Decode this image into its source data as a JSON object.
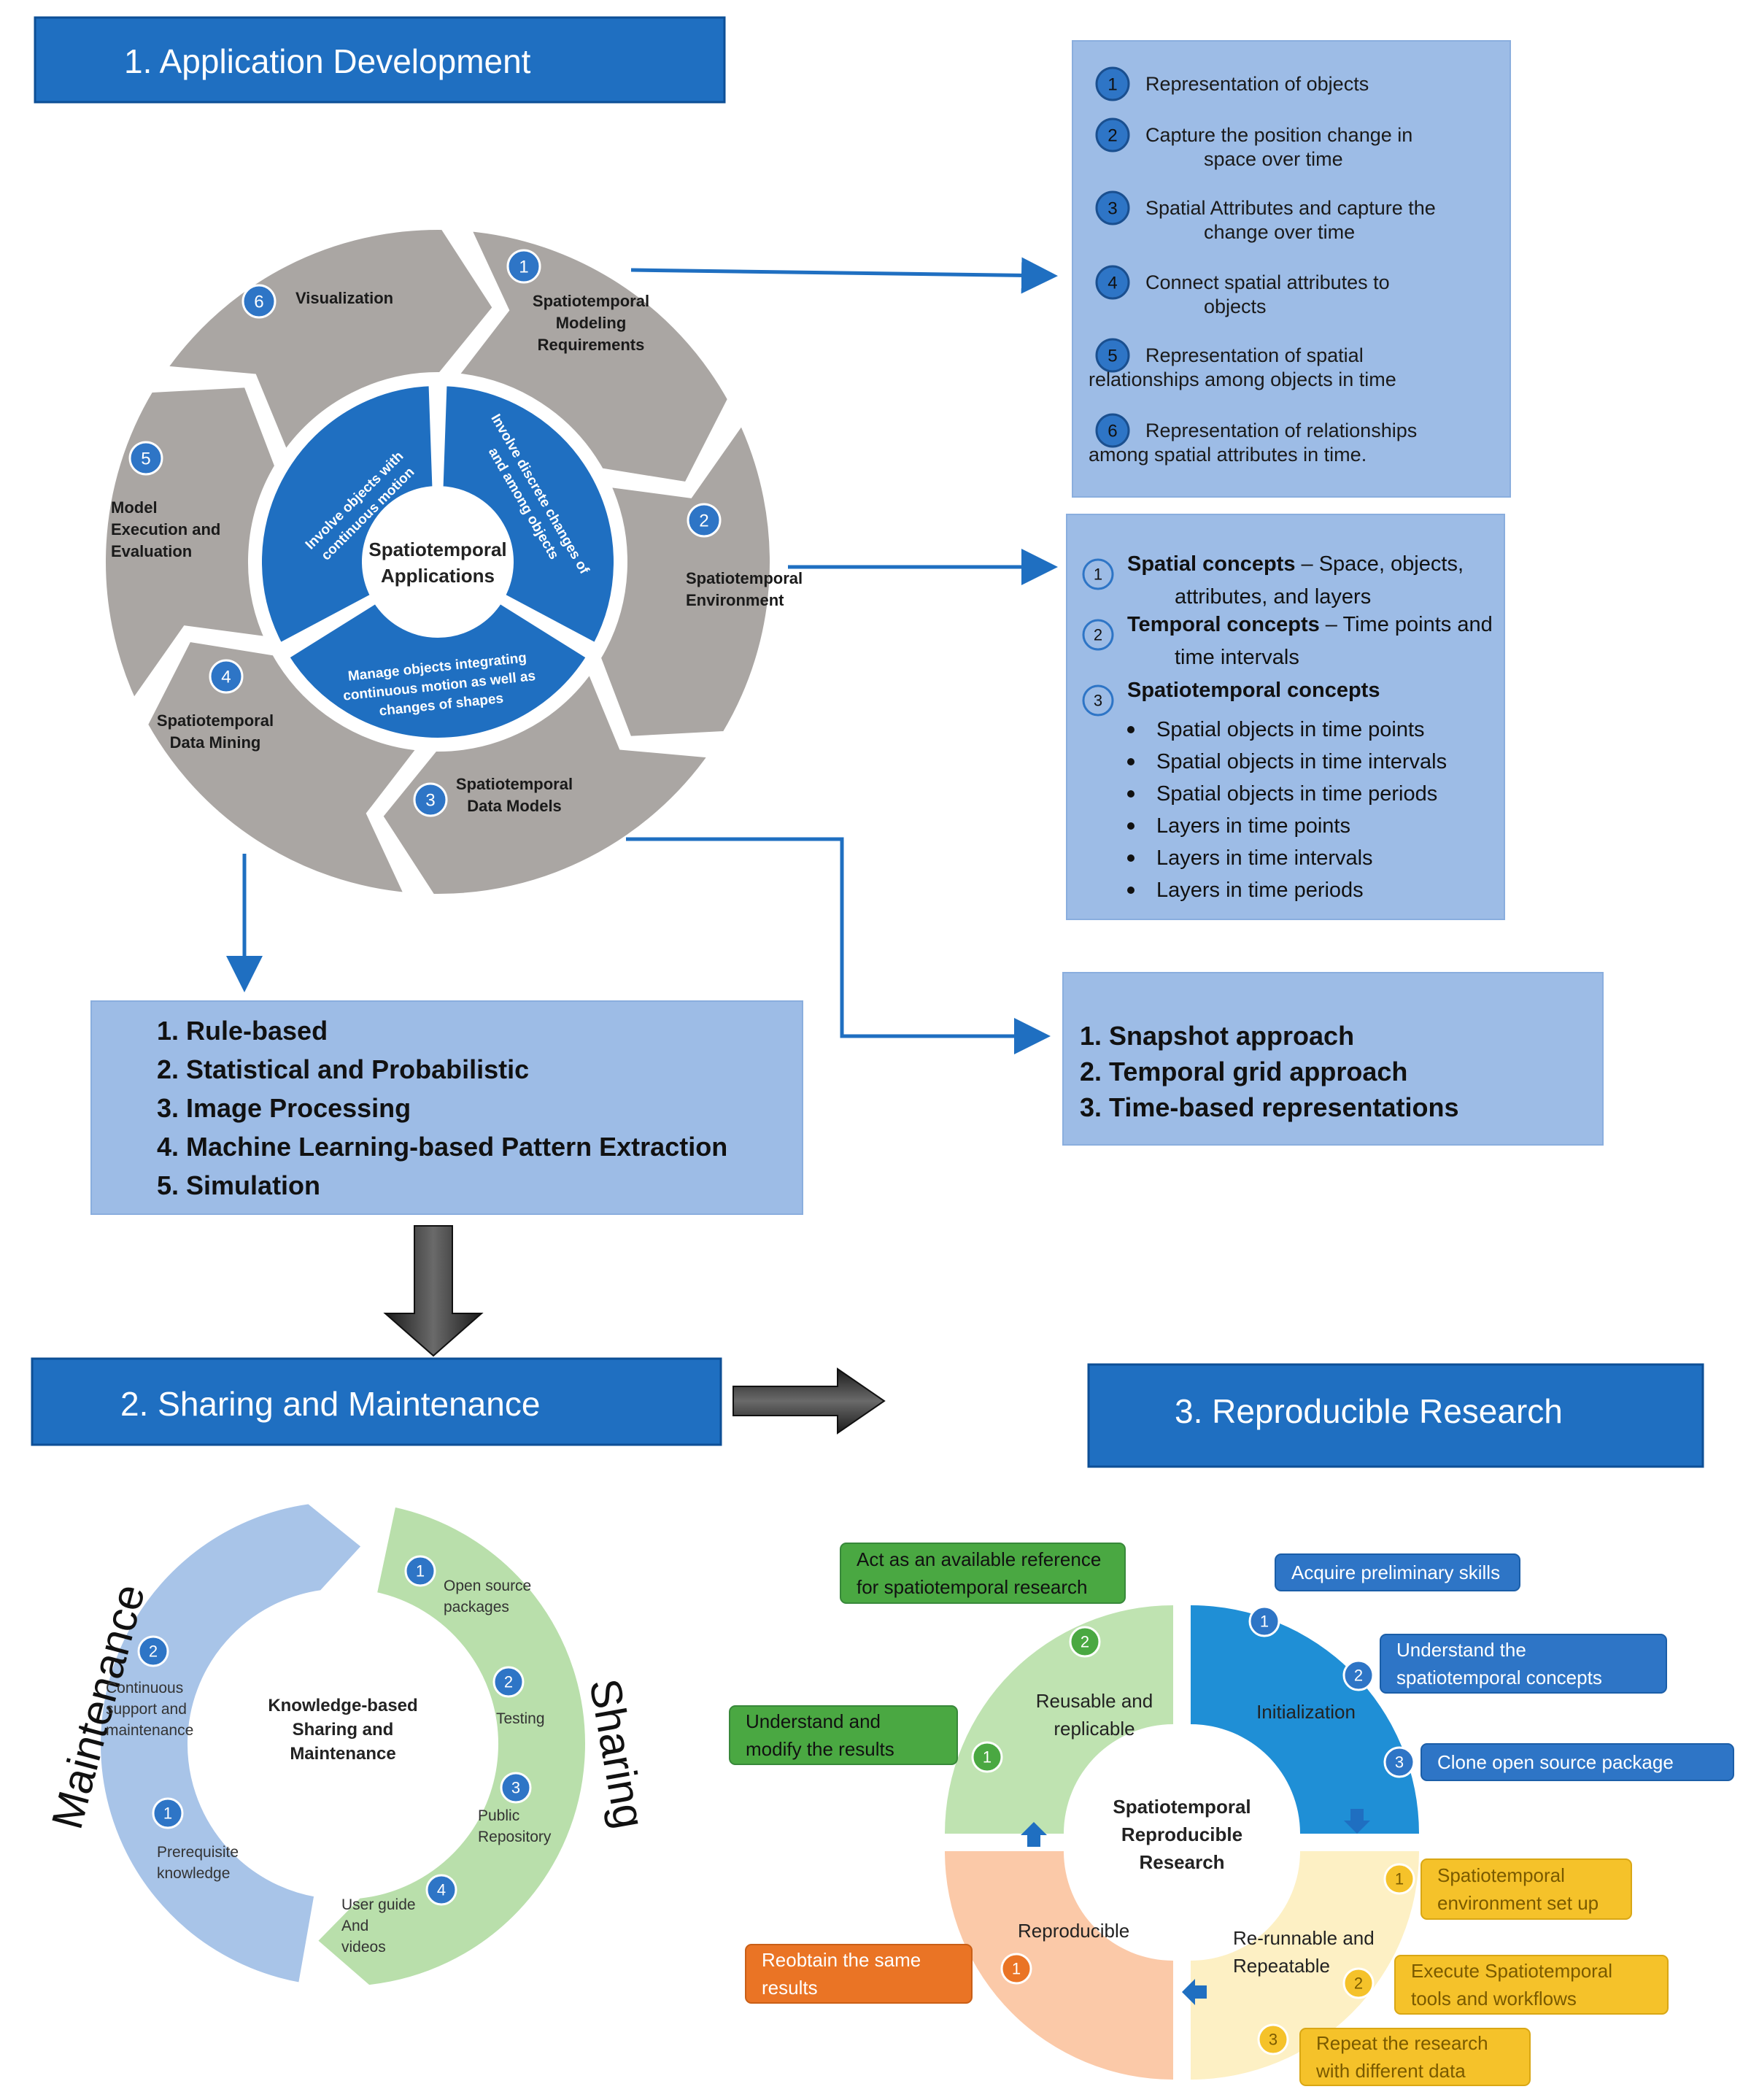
{
  "section1": {
    "title": "1.   Application Development"
  },
  "section2": {
    "title": "2.   Sharing and Maintenance"
  },
  "section3": {
    "title": "3.   Reproducible Research"
  },
  "cycle": {
    "center": [
      "Spatiotemporal",
      "Applications"
    ],
    "inner": [
      [
        "Involve objects with",
        "continuous motion"
      ],
      [
        "Involve discrete changes of",
        "and among objects"
      ],
      [
        "Manage objects integrating",
        "continuous motion as well as",
        "changes of shapes"
      ]
    ],
    "steps": [
      {
        "num": "1",
        "lines": [
          "Spatiotemporal",
          "Modeling",
          "Requirements"
        ]
      },
      {
        "num": "2",
        "lines": [
          "Spatiotemporal",
          "Environment"
        ]
      },
      {
        "num": "3",
        "lines": [
          "Spatiotemporal",
          "Data Models"
        ]
      },
      {
        "num": "4",
        "lines": [
          "Spatiotemporal",
          "Data Mining"
        ]
      },
      {
        "num": "5",
        "lines": [
          "Model",
          "Execution and",
          "Evaluation"
        ]
      },
      {
        "num": "6",
        "lines": [
          "Visualization"
        ]
      }
    ],
    "colors": {
      "arrow": "#aaa6a3",
      "accent": "#1f6fc1",
      "circle": "#2e75c6"
    }
  },
  "requirements": [
    {
      "num": "1",
      "lines": [
        "Representation of objects"
      ]
    },
    {
      "num": "2",
      "lines": [
        "Capture the position change in",
        "space over time"
      ]
    },
    {
      "num": "3",
      "lines": [
        "Spatial Attributes and capture the",
        "change over time"
      ]
    },
    {
      "num": "4",
      "lines": [
        "Connect spatial attributes to",
        "objects"
      ]
    },
    {
      "num": "5",
      "lines": [
        "Representation of spatial",
        "relationships among objects in time"
      ]
    },
    {
      "num": "6",
      "lines": [
        "Representation of relationships",
        "among spatial attributes in time."
      ]
    }
  ],
  "concepts": {
    "items": [
      {
        "num": "1",
        "bold": "Spatial concepts",
        "rest": " – Space, objects,",
        "cont": "attributes, and layers"
      },
      {
        "num": "2",
        "bold": "Temporal concepts",
        "rest": " – Time points and",
        "cont": "time intervals"
      },
      {
        "num": "3",
        "bold": "Spatiotemporal concepts",
        "rest": "",
        "cont": ""
      }
    ],
    "bullets": [
      "Spatial objects in time points",
      "Spatial objects in time intervals",
      "Spatial objects in time periods",
      "Layers in time points",
      "Layers in time intervals",
      "Layers in time periods"
    ]
  },
  "mining": [
    "1.   Rule-based",
    "2.   Statistical and Probabilistic",
    "3.   Image Processing",
    "4.   Machine Learning-based Pattern Extraction",
    "5.   Simulation"
  ],
  "models": [
    "1.     Snapshot approach",
    "2.     Temporal grid approach",
    "3.     Time-based representations"
  ],
  "sharing": {
    "center": [
      "Knowledge-based",
      "Sharing and",
      "Maintenance"
    ],
    "maintenance_label": "Maintenance",
    "sharing_label": "Sharing",
    "maintenance_items": [
      {
        "num": "1",
        "lines": [
          "Prerequisite",
          "knowledge"
        ]
      },
      {
        "num": "2",
        "lines": [
          "Continuous",
          "support and",
          "maintenance"
        ]
      }
    ],
    "sharing_items": [
      {
        "num": "1",
        "lines": [
          "Open source",
          "packages"
        ]
      },
      {
        "num": "2",
        "lines": [
          "Testing"
        ]
      },
      {
        "num": "3",
        "lines": [
          "Public",
          "Repository"
        ]
      },
      {
        "num": "4",
        "lines": [
          "User guide",
          "And",
          "videos"
        ]
      }
    ]
  },
  "reproducible": {
    "center": [
      "Spatiotemporal",
      "Reproducible",
      "Research"
    ],
    "quadrants": {
      "initialization": [
        "Initialization"
      ],
      "rerunnable": [
        "Re-runnable and",
        "Repeatable"
      ],
      "reproducible": [
        "Reproducible"
      ],
      "reusable": [
        "Reusable and",
        "replicable"
      ]
    },
    "init_steps": [
      {
        "num": "1",
        "lines": [
          "Acquire preliminary skills"
        ]
      },
      {
        "num": "2",
        "lines": [
          "Understand the",
          "spatiotemporal concepts"
        ]
      },
      {
        "num": "3",
        "lines": [
          "Clone open source package"
        ]
      }
    ],
    "rerun_steps": [
      {
        "num": "1",
        "lines": [
          "Spatiotemporal",
          "environment set up"
        ]
      },
      {
        "num": "2",
        "lines": [
          "Execute Spatiotemporal",
          "tools and workflows"
        ]
      },
      {
        "num": "3",
        "lines": [
          "Repeat the research",
          "with different data"
        ]
      }
    ],
    "repro_steps": [
      {
        "num": "1",
        "lines": [
          "Reobtain the same",
          "results"
        ]
      }
    ],
    "reuse_steps": [
      {
        "num": "1",
        "lines": [
          "Understand and",
          "modify the results"
        ]
      },
      {
        "num": "2",
        "lines": [
          "Act as an available reference",
          "for spatiotemporal research"
        ]
      }
    ]
  }
}
